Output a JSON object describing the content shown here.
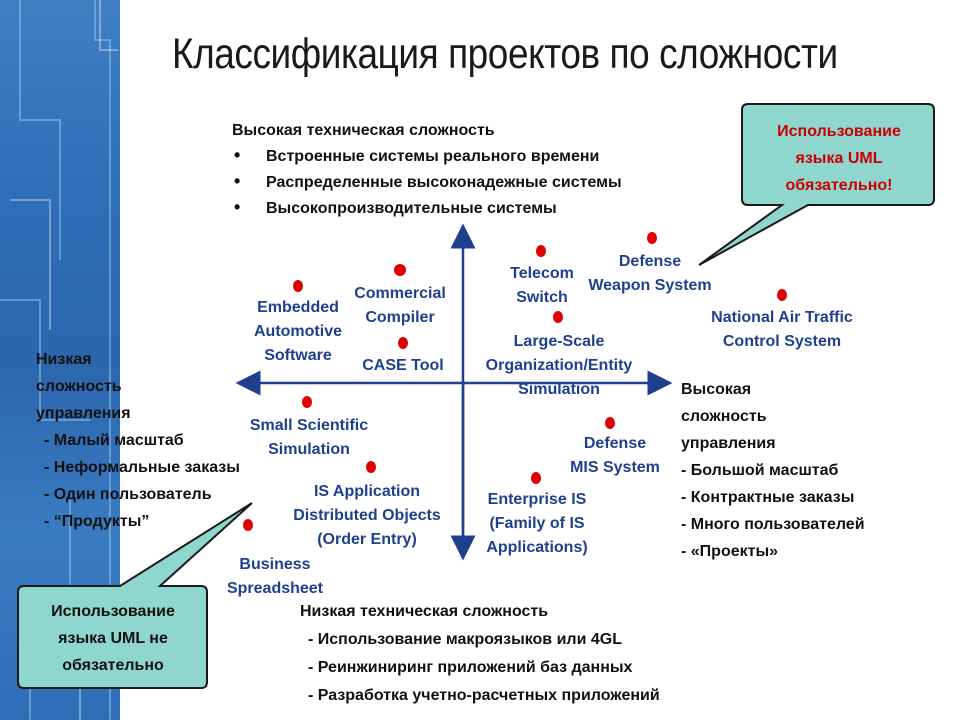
{
  "title": "Классификация проектов по сложности",
  "high_tech": {
    "heading": "Высокая техническая сложность",
    "items": [
      "Встроенные системы реального времени",
      "Распределенные высоконадежные системы",
      "Высокопроизводительные системы"
    ]
  },
  "low_tech": {
    "heading": "Низкая техническая сложность",
    "items": [
      "-  Использование макроязыков или 4GL",
      "-  Реинжиниринг приложений баз данных",
      "-  Разработка учетно-расчетных приложений"
    ]
  },
  "low_mgmt": {
    "heading_lines": [
      "Низкая",
      "сложность",
      "управления"
    ],
    "items": [
      "- Малый масштаб",
      "- Неформальные заказы",
      "- Один пользователь",
      "- “Продукты”"
    ]
  },
  "high_mgmt": {
    "heading_lines": [
      "Высокая",
      "сложность",
      "управления"
    ],
    "items": [
      "- Большой масштаб",
      "- Контрактные заказы",
      "- Много пользователей",
      "- «Проекты»"
    ]
  },
  "callouts": {
    "required": [
      "Использование",
      "языка UML",
      "обязательно!"
    ],
    "optional": [
      "Использование",
      "языка UML не",
      "обязательно"
    ]
  },
  "projects": {
    "embedded": [
      "Embedded",
      "Automotive",
      "Software"
    ],
    "compiler": [
      "Commercial",
      "Compiler"
    ],
    "case_tool": "CASE Tool",
    "telecom": [
      "Telecom",
      "Switch"
    ],
    "defense_weapon": [
      "Defense",
      "Weapon System"
    ],
    "air_traffic": [
      "National Air Traffic",
      "Control  System"
    ],
    "large_scale": [
      "Large-Scale",
      "Organization/Entity",
      "Simulation"
    ],
    "small_sci": [
      "Small Scientific",
      "Simulation"
    ],
    "is_app": [
      "IS Application",
      "Distributed Objects",
      "(Order Entry)"
    ],
    "defense_mis": [
      "Defense",
      "MIS System"
    ],
    "enterprise": [
      "Enterprise IS",
      "(Family of IS",
      "Applications)"
    ],
    "spreadsheet": [
      "Business",
      "Spreadsheet"
    ]
  },
  "colors": {
    "dot": "#e00000",
    "label": "#1f3f8f",
    "axis": "#1f3f8f",
    "callout_fill": "#8fd6cf",
    "callout_required_text": "#cc0000",
    "sidebar": "#2f6fb8"
  }
}
